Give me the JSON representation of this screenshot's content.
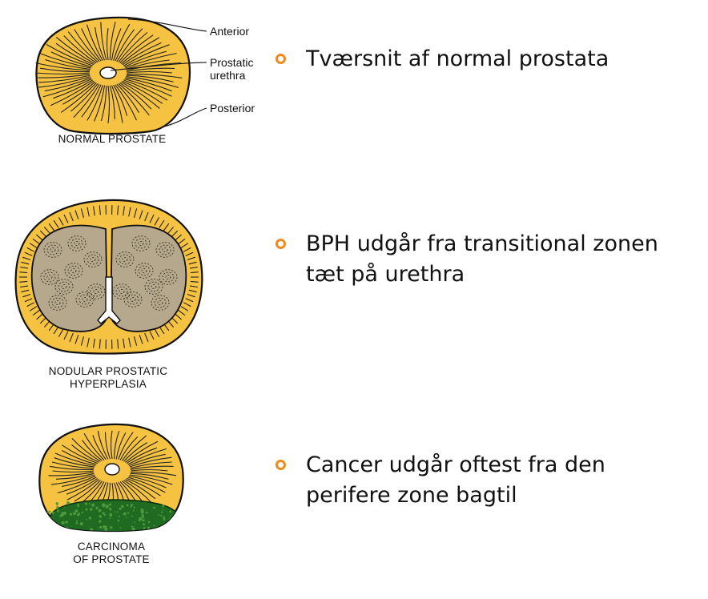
{
  "figure": {
    "normal": {
      "caption": "NORMAL PROSTATE",
      "labels": [
        "Anterior",
        "Prostatic\nurethra",
        "Posterior"
      ]
    },
    "bph": {
      "caption": [
        "NODULAR PROSTATIC",
        "HYPERPLASIA"
      ]
    },
    "carcinoma": {
      "caption": [
        "CARCINOMA",
        "OF PROSTATE"
      ]
    }
  },
  "bullets": [
    {
      "lines": [
        "Tværsnit af normal prostata"
      ]
    },
    {
      "lines": [
        "BPH udgår fra transitional zonen",
        "tæt på urethra"
      ]
    },
    {
      "lines": [
        "Cancer udgår oftest fra den",
        "perifere zone bagtil"
      ]
    }
  ],
  "colors": {
    "tissue": "#f6c242",
    "outline": "#111111",
    "nodule": "#b5a88c",
    "tumor": "#1f6b22",
    "bullet": "#f08a1c"
  }
}
